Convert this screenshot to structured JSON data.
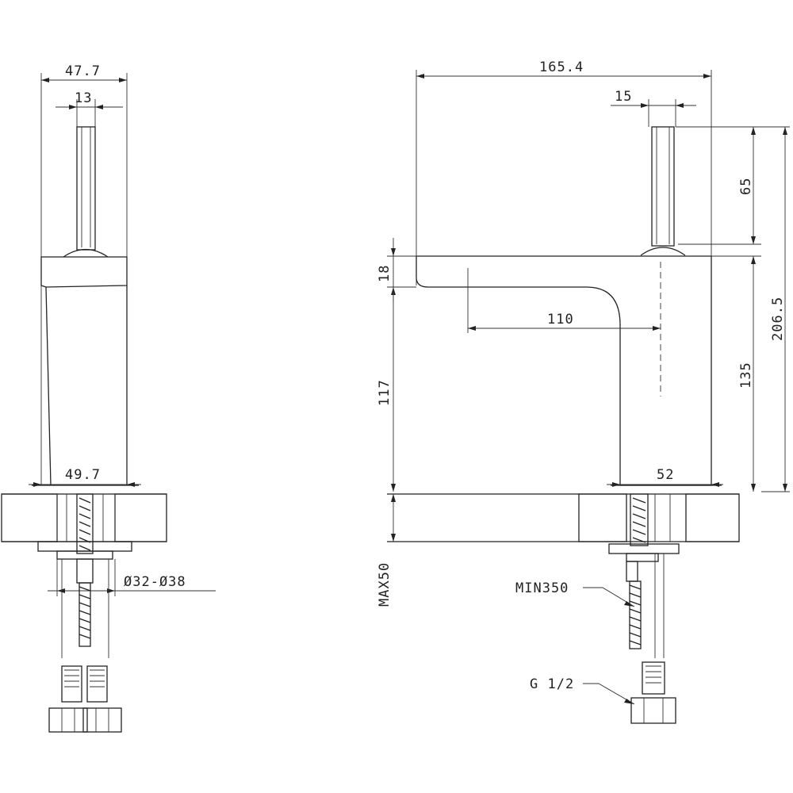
{
  "side_view": {
    "dim_width_top": "47.7",
    "dim_lever": "13",
    "dim_body_base": "49.7",
    "dim_hole": "Ø32-Ø38"
  },
  "front_view": {
    "dim_total_length": "165.4",
    "dim_lever": "15",
    "dim_lever_height": "65",
    "dim_total_height": "206.5",
    "dim_spout_thickness": "18",
    "dim_spout_reach": "110",
    "dim_under_spout": "117",
    "dim_body_height": "135",
    "dim_body_base": "52",
    "dim_max_deck": "MAX50",
    "label_hose": "MIN350",
    "label_thread": "G 1/2"
  }
}
